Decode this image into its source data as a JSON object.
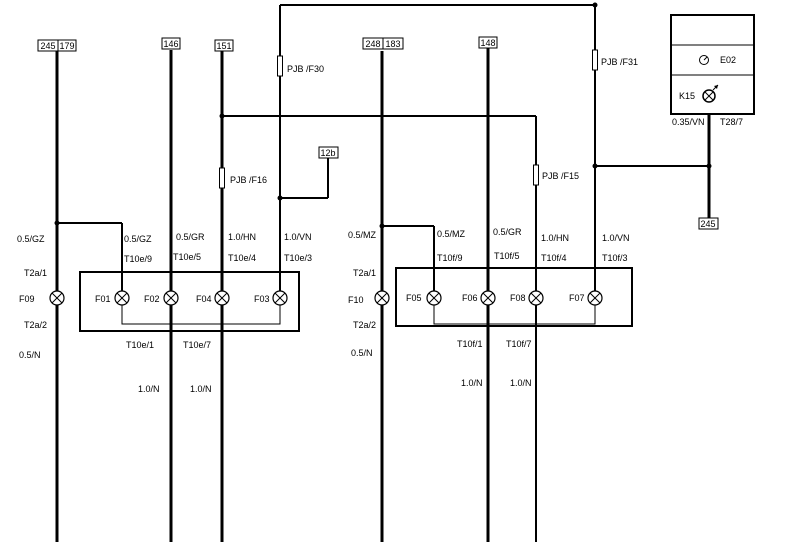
{
  "connectors": {
    "c245a": "245",
    "c179": "179",
    "c146": "146",
    "c151": "151",
    "c248": "248",
    "c183": "183",
    "c148": "148",
    "c12b": "12b",
    "c245b": "245"
  },
  "pjb": {
    "f30": "PJB /F30",
    "f31": "PJB /F31",
    "f16": "PJB /F16",
    "f15": "PJB /F15"
  },
  "relay": {
    "e02": "E02",
    "k15": "K15",
    "wire": "0.35/VN",
    "pin": "T28/7"
  },
  "left": {
    "w_gz_a": "0.5/GZ",
    "w_gz_b": "0.5/GZ",
    "w_gr": "0.5/GR",
    "w_hn": "1.0/HN",
    "w_vn": "1.0/VN",
    "t2a1": "T2a/1",
    "f09": "F09",
    "t2a2": "T2a/2",
    "w_n": "0.5/N",
    "t10e9": "T10e/9",
    "t10e5": "T10e/5",
    "t10e4": "T10e/4",
    "t10e3": "T10e/3",
    "f01": "F01",
    "f02": "F02",
    "f04": "F04",
    "f03": "F03",
    "t10e1": "T10e/1",
    "t10e7": "T10e/7",
    "w_n1": "1.0/N",
    "w_n2": "1.0/N"
  },
  "right": {
    "w_mz_a": "0.5/MZ",
    "w_mz_b": "0.5/MZ",
    "w_gr": "0.5/GR",
    "w_hn": "1.0/HN",
    "w_vn": "1.0/VN",
    "t2a1": "T2a/1",
    "f10": "F10",
    "t2a2": "T2a/2",
    "w_n": "0.5/N",
    "t10f9": "T10f/9",
    "t10f5": "T10f/5",
    "t10f4": "T10f/4",
    "t10f3": "T10f/3",
    "f05": "F05",
    "f06": "F06",
    "f08": "F08",
    "f07": "F07",
    "t10f1": "T10f/1",
    "t10f7": "T10f/7",
    "w_n1": "1.0/N",
    "w_n2": "1.0/N"
  }
}
